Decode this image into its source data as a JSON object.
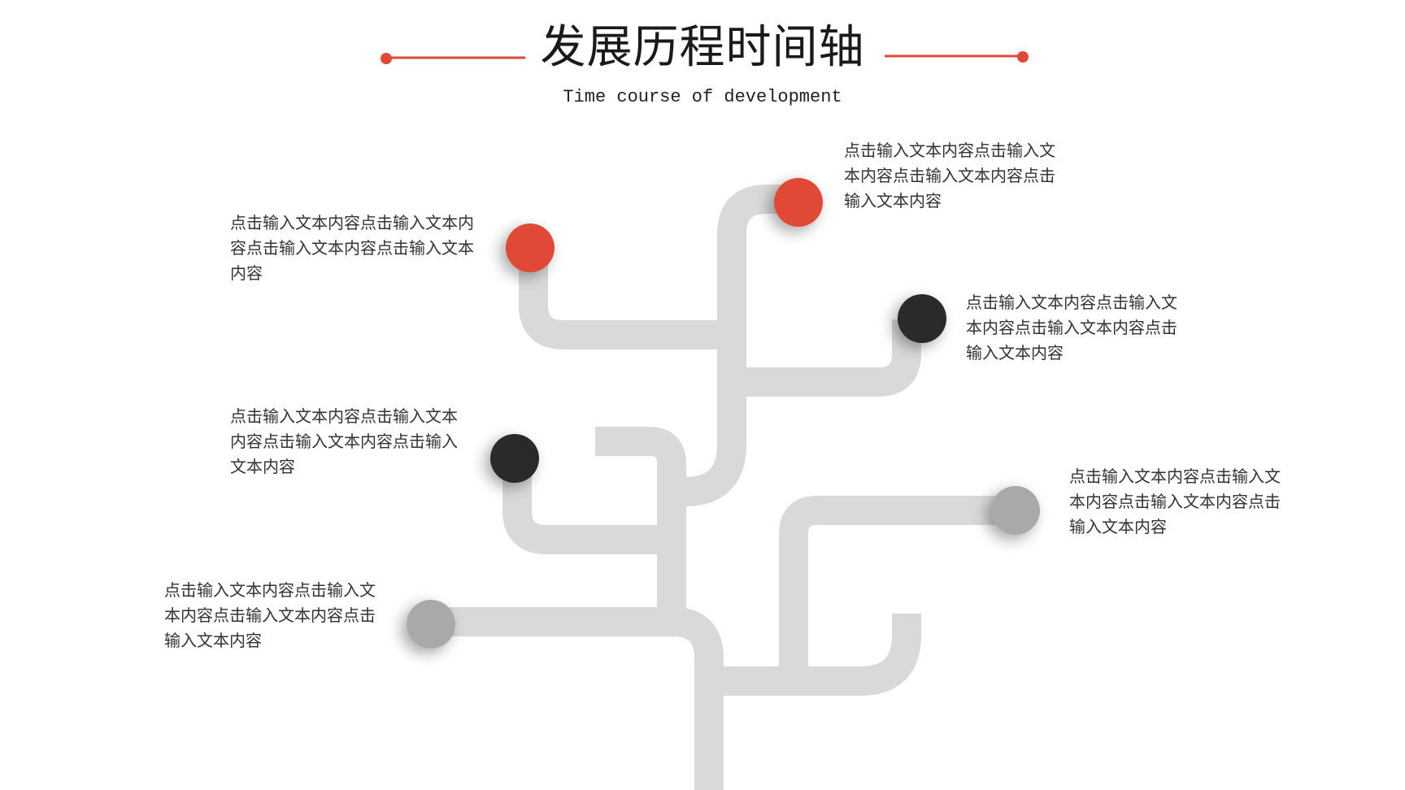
{
  "title": "发展历程时间轴",
  "subtitle": "Time course of development",
  "colors": {
    "accent": "#E04A35",
    "dark": "#2A2A2A",
    "gray": "#A9A9A9",
    "trunk": "#D9D9D9",
    "text": "#333333"
  },
  "milestones": [
    {
      "text": "点击输入文本内容点击输入文本内容点击输入文本内容点击输入文本内容",
      "dot_color": "accent"
    },
    {
      "text": "点击输入文本内容点击输入文本内容点击输入文本内容点击输入文本内容",
      "dot_color": "accent"
    },
    {
      "text": "点击输入文本内容点击输入文本内容点击输入文本内容点击输入文本内容",
      "dot_color": "dark"
    },
    {
      "text": "点击输入文本内容点击输入文本内容点击输入文本内容点击输入文本内容",
      "dot_color": "dark"
    },
    {
      "text": "点击输入文本内容点击输入文本内容点击输入文本内容点击输入文本内容",
      "dot_color": "gray"
    },
    {
      "text": "点击输入文本内容点击输入文本内容点击输入文本内容点击输入文本内容",
      "dot_color": "gray"
    }
  ]
}
